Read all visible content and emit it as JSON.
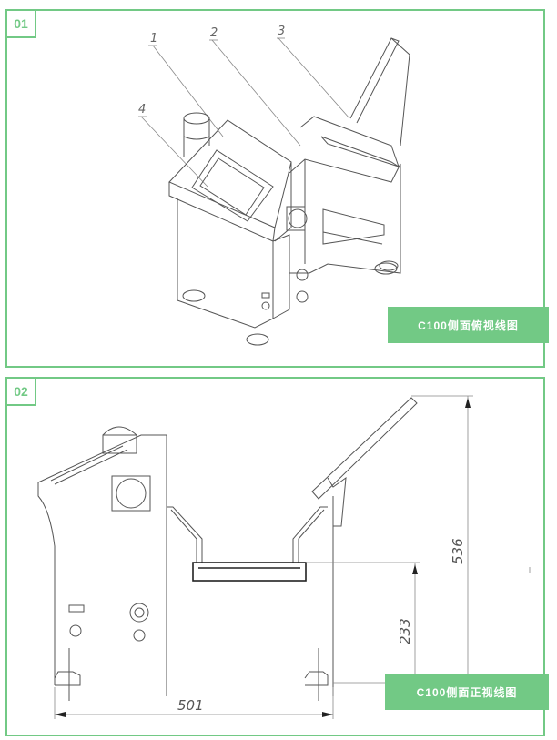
{
  "panels": [
    {
      "number": "01",
      "caption": "C100侧面俯视线图",
      "callouts": [
        "1",
        "2",
        "3",
        "4"
      ]
    },
    {
      "number": "02",
      "caption": "C100侧面正视线图",
      "dimensions": {
        "width": "501",
        "height_total": "536",
        "height_belt": "233"
      }
    }
  ],
  "colors": {
    "accent": "#72c985",
    "line": "#555555"
  }
}
